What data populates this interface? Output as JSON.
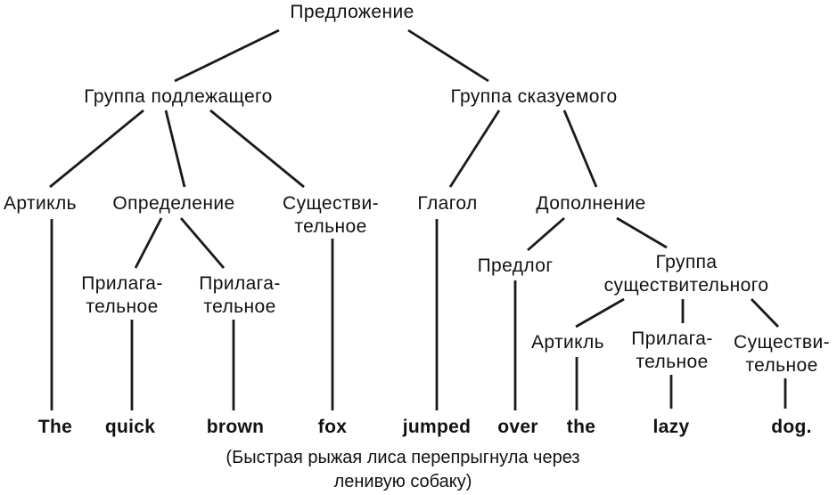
{
  "nodes": [
    {
      "label": "Предложение"
    },
    {
      "label": "Группа подлежащего"
    },
    {
      "label": "Группа сказуемого"
    },
    {
      "label": "Артикль"
    },
    {
      "label": "Определение"
    },
    {
      "label": "Существи-\nтельное"
    },
    {
      "label": "Глагол"
    },
    {
      "label": "Дополнение"
    },
    {
      "label": "Прилага-\nтельное"
    },
    {
      "label": "Прилага-\nтельное"
    },
    {
      "label": "Предлог"
    },
    {
      "label": "Группа\nсуществительного"
    },
    {
      "label": "Артикль"
    },
    {
      "label": "Прилага-\nтельное"
    },
    {
      "label": "Существи-\nтельное"
    }
  ],
  "words": [
    "The",
    "quick",
    "brown",
    "fox",
    "jumped",
    "over",
    "the",
    "lazy",
    "dog."
  ],
  "caption": "(Быстрая рыжая лиса перепрыгнула через\nленивую собаку)",
  "tree_edges": [
    [
      0,
      1
    ],
    [
      0,
      2
    ],
    [
      1,
      3
    ],
    [
      1,
      4
    ],
    [
      1,
      5
    ],
    [
      4,
      8
    ],
    [
      4,
      9
    ],
    [
      2,
      6
    ],
    [
      2,
      7
    ],
    [
      7,
      10
    ],
    [
      7,
      11
    ],
    [
      11,
      12
    ],
    [
      11,
      13
    ],
    [
      11,
      14
    ]
  ],
  "word_links": [
    [
      3,
      0
    ],
    [
      8,
      1
    ],
    [
      9,
      2
    ],
    [
      5,
      3
    ],
    [
      6,
      4
    ],
    [
      10,
      5
    ],
    [
      12,
      6
    ],
    [
      13,
      7
    ],
    [
      14,
      8
    ]
  ],
  "colors": {
    "line": "#1a1a1a",
    "text": "#111111",
    "background": "#ffffff"
  }
}
